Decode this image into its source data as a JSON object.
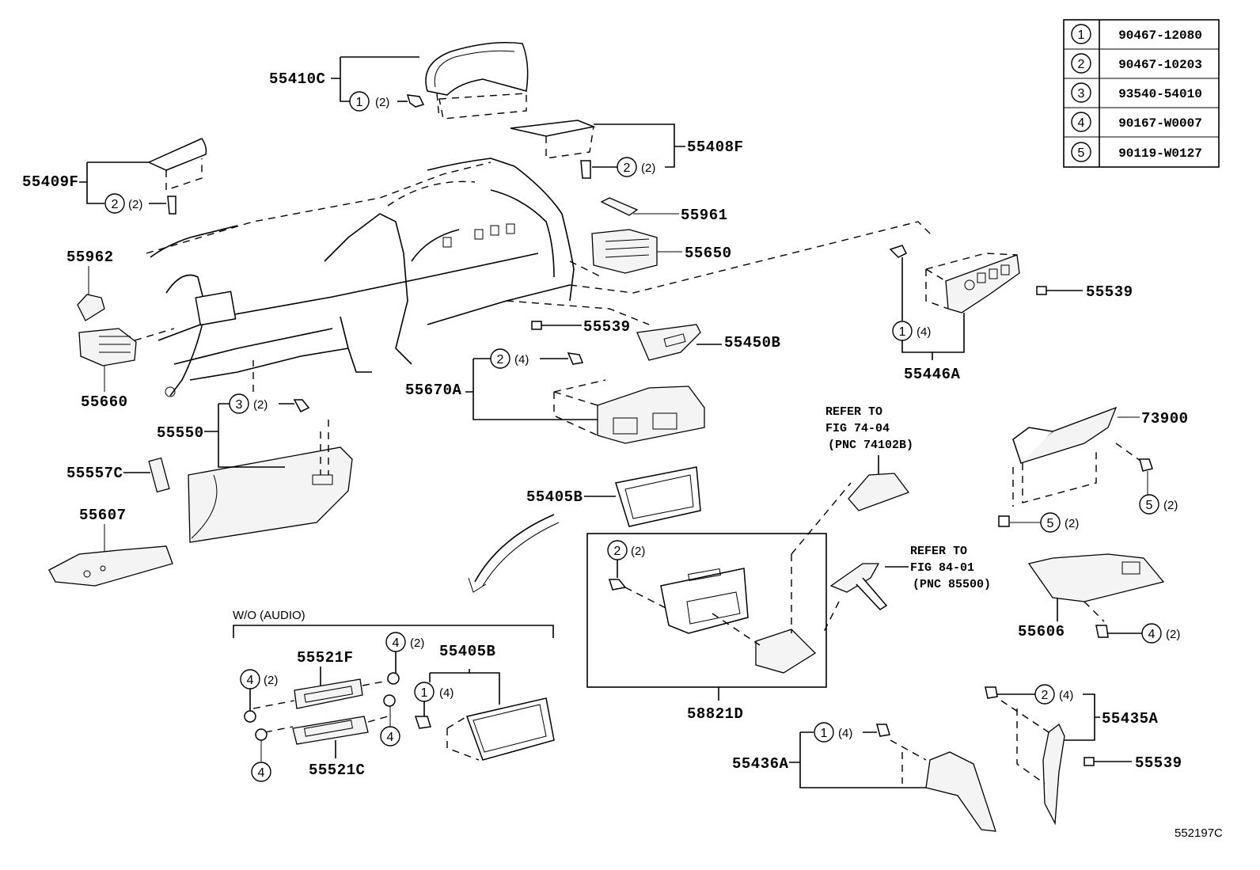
{
  "figure_id": "552197C",
  "fastener_table": [
    {
      "ref": "1",
      "part_number": "90467-12080"
    },
    {
      "ref": "2",
      "part_number": "90467-10203"
    },
    {
      "ref": "3",
      "part_number": "93540-54010"
    },
    {
      "ref": "4",
      "part_number": "90167-W0007"
    },
    {
      "ref": "5",
      "part_number": "90119-W0127"
    }
  ],
  "parts": {
    "p55410C": "55410C",
    "p55409F": "55409F",
    "p55408F": "55408F",
    "p55961": "55961",
    "p55650": "55650",
    "p55962": "55962",
    "p55660": "55660",
    "p55539_a": "55539",
    "p55539_b": "55539",
    "p55539_c": "55539",
    "p55450B": "55450B",
    "p55446A": "55446A",
    "p55670A": "55670A",
    "p55550": "55550",
    "p55557C": "55557C",
    "p55607": "55607",
    "p55405B_a": "55405B",
    "p55405B_b": "55405B",
    "p73900": "73900",
    "p55606": "55606",
    "p58821D": "58821D",
    "p55521F": "55521F",
    "p55521C": "55521C",
    "p55436A": "55436A",
    "p55435A": "55435A"
  },
  "callouts": {
    "c55410C": {
      "ref": "1",
      "qty": "(2)"
    },
    "c55409F": {
      "ref": "2",
      "qty": "(2)"
    },
    "c55408F": {
      "ref": "2",
      "qty": "(2)"
    },
    "c55446A": {
      "ref": "1",
      "qty": "(4)"
    },
    "c55670A": {
      "ref": "2",
      "qty": "(4)"
    },
    "c55550": {
      "ref": "3",
      "qty": "(2)"
    },
    "c73900_a": {
      "ref": "5",
      "qty": "(2)"
    },
    "c73900_b": {
      "ref": "5",
      "qty": "(2)"
    },
    "c55606": {
      "ref": "4",
      "qty": "(2)"
    },
    "c58821D": {
      "ref": "2",
      "qty": "(2)"
    },
    "c55521_a": {
      "ref": "4",
      "qty": "(2)"
    },
    "c55521_b": {
      "ref": "4",
      "qty": "(2)"
    },
    "c55521_c": {
      "ref": "4",
      "qty": ""
    },
    "c55521_d": {
      "ref": "4",
      "qty": ""
    },
    "c55405B": {
      "ref": "1",
      "qty": "(4)"
    },
    "c55436A": {
      "ref": "1",
      "qty": "(4)"
    },
    "c55435A": {
      "ref": "2",
      "qty": "(4)"
    }
  },
  "references": {
    "fig74": {
      "line1": "REFER TO",
      "line2": "FIG 74-04",
      "line3": "(PNC 74102B)"
    },
    "fig84": {
      "line1": "REFER TO",
      "line2": "FIG 84-01",
      "line3": "(PNC 85500)"
    }
  },
  "sections": {
    "wo_audio": "W/O (AUDIO)"
  }
}
